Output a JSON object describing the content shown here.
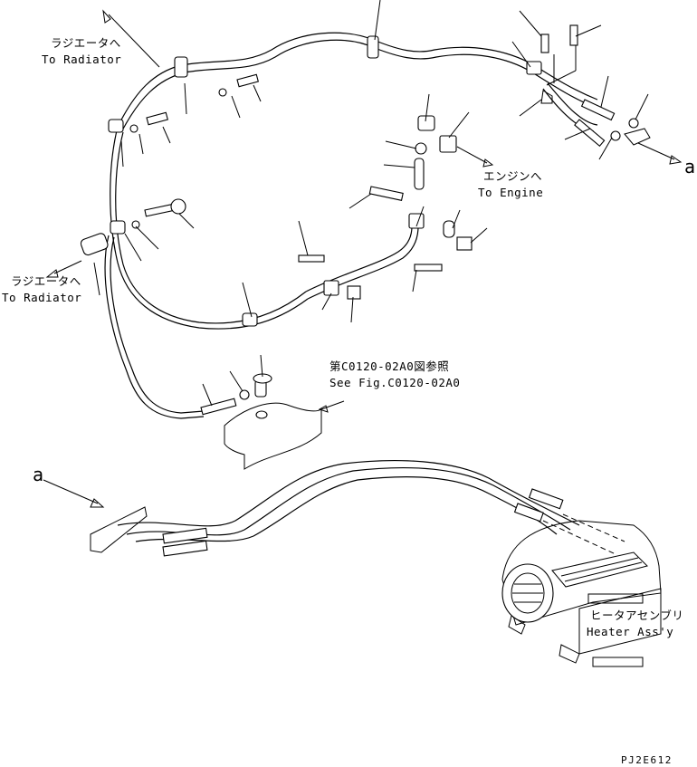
{
  "labels": {
    "radiator_top_jp": "ラジエータへ",
    "radiator_top_en": "To Radiator",
    "radiator_left_jp": "ラジエータへ",
    "radiator_left_en": "To Radiator",
    "engine_jp": "エンジンへ",
    "engine_en": "To Engine",
    "see_fig_jp": "第C0120-02A0図参照",
    "see_fig_en": "See Fig.C0120-02A0",
    "heater_jp": "ヒータアセンブリ",
    "heater_en": "Heater Ass'y",
    "connector_a_right": "a",
    "connector_a_left": "a",
    "drawing_code": "PJ2E612"
  }
}
